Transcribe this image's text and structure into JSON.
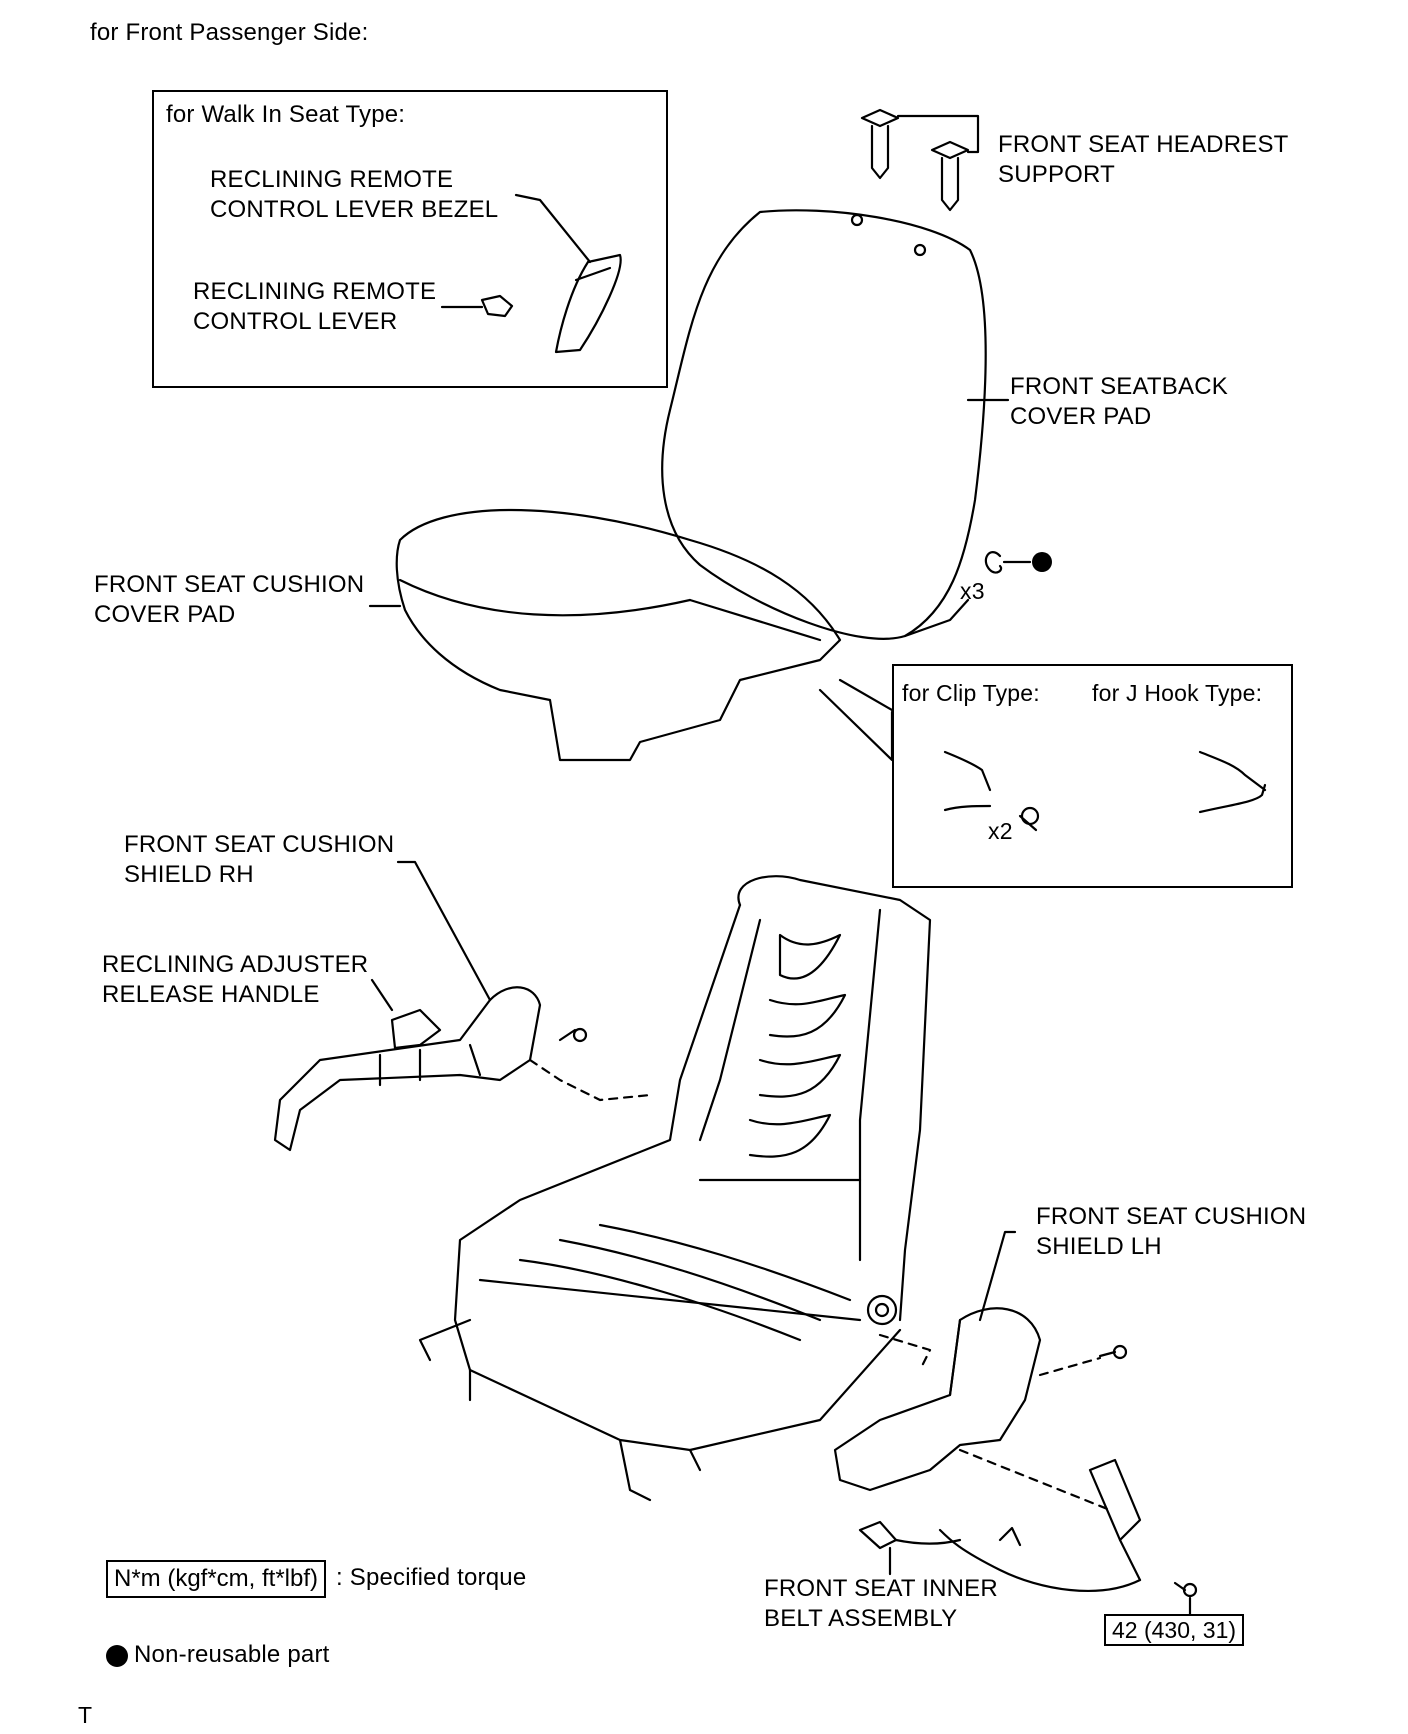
{
  "header": {
    "title": "for Front Passenger Side:"
  },
  "walk_in_box": {
    "heading": "for Walk In Seat Type:",
    "bezel_label_1": "RECLINING REMOTE",
    "bezel_label_2": "CONTROL LEVER BEZEL",
    "lever_label_1": "RECLINING REMOTE",
    "lever_label_2": "CONTROL LEVER"
  },
  "labels": {
    "headrest_1": "FRONT SEAT HEADREST",
    "headrest_2": "SUPPORT",
    "seatback_1": "FRONT SEATBACK",
    "seatback_2": "COVER PAD",
    "cushion_cover_1": "FRONT SEAT CUSHION",
    "cushion_cover_2": "COVER PAD",
    "hogring_qty": "x3",
    "shield_rh_1": "FRONT SEAT CUSHION",
    "shield_rh_2": "SHIELD RH",
    "release_1": "RECLINING ADJUSTER",
    "release_2": "RELEASE HANDLE",
    "shield_lh_1": "FRONT SEAT CUSHION",
    "shield_lh_2": "SHIELD LH",
    "belt_1": "FRONT SEAT INNER",
    "belt_2": "BELT ASSEMBLY"
  },
  "clip_box": {
    "clip_heading": "for Clip Type:",
    "jhook_heading": "for J Hook Type:",
    "clip_qty": "x2"
  },
  "torque_value": "42 (430, 31)",
  "legend": {
    "torque_unit": "N*m (kgf*cm, ft*lbf)",
    "torque_text": ": Specified torque",
    "nonreusable_text": "Non-reusable part"
  },
  "footer_mark": "T"
}
